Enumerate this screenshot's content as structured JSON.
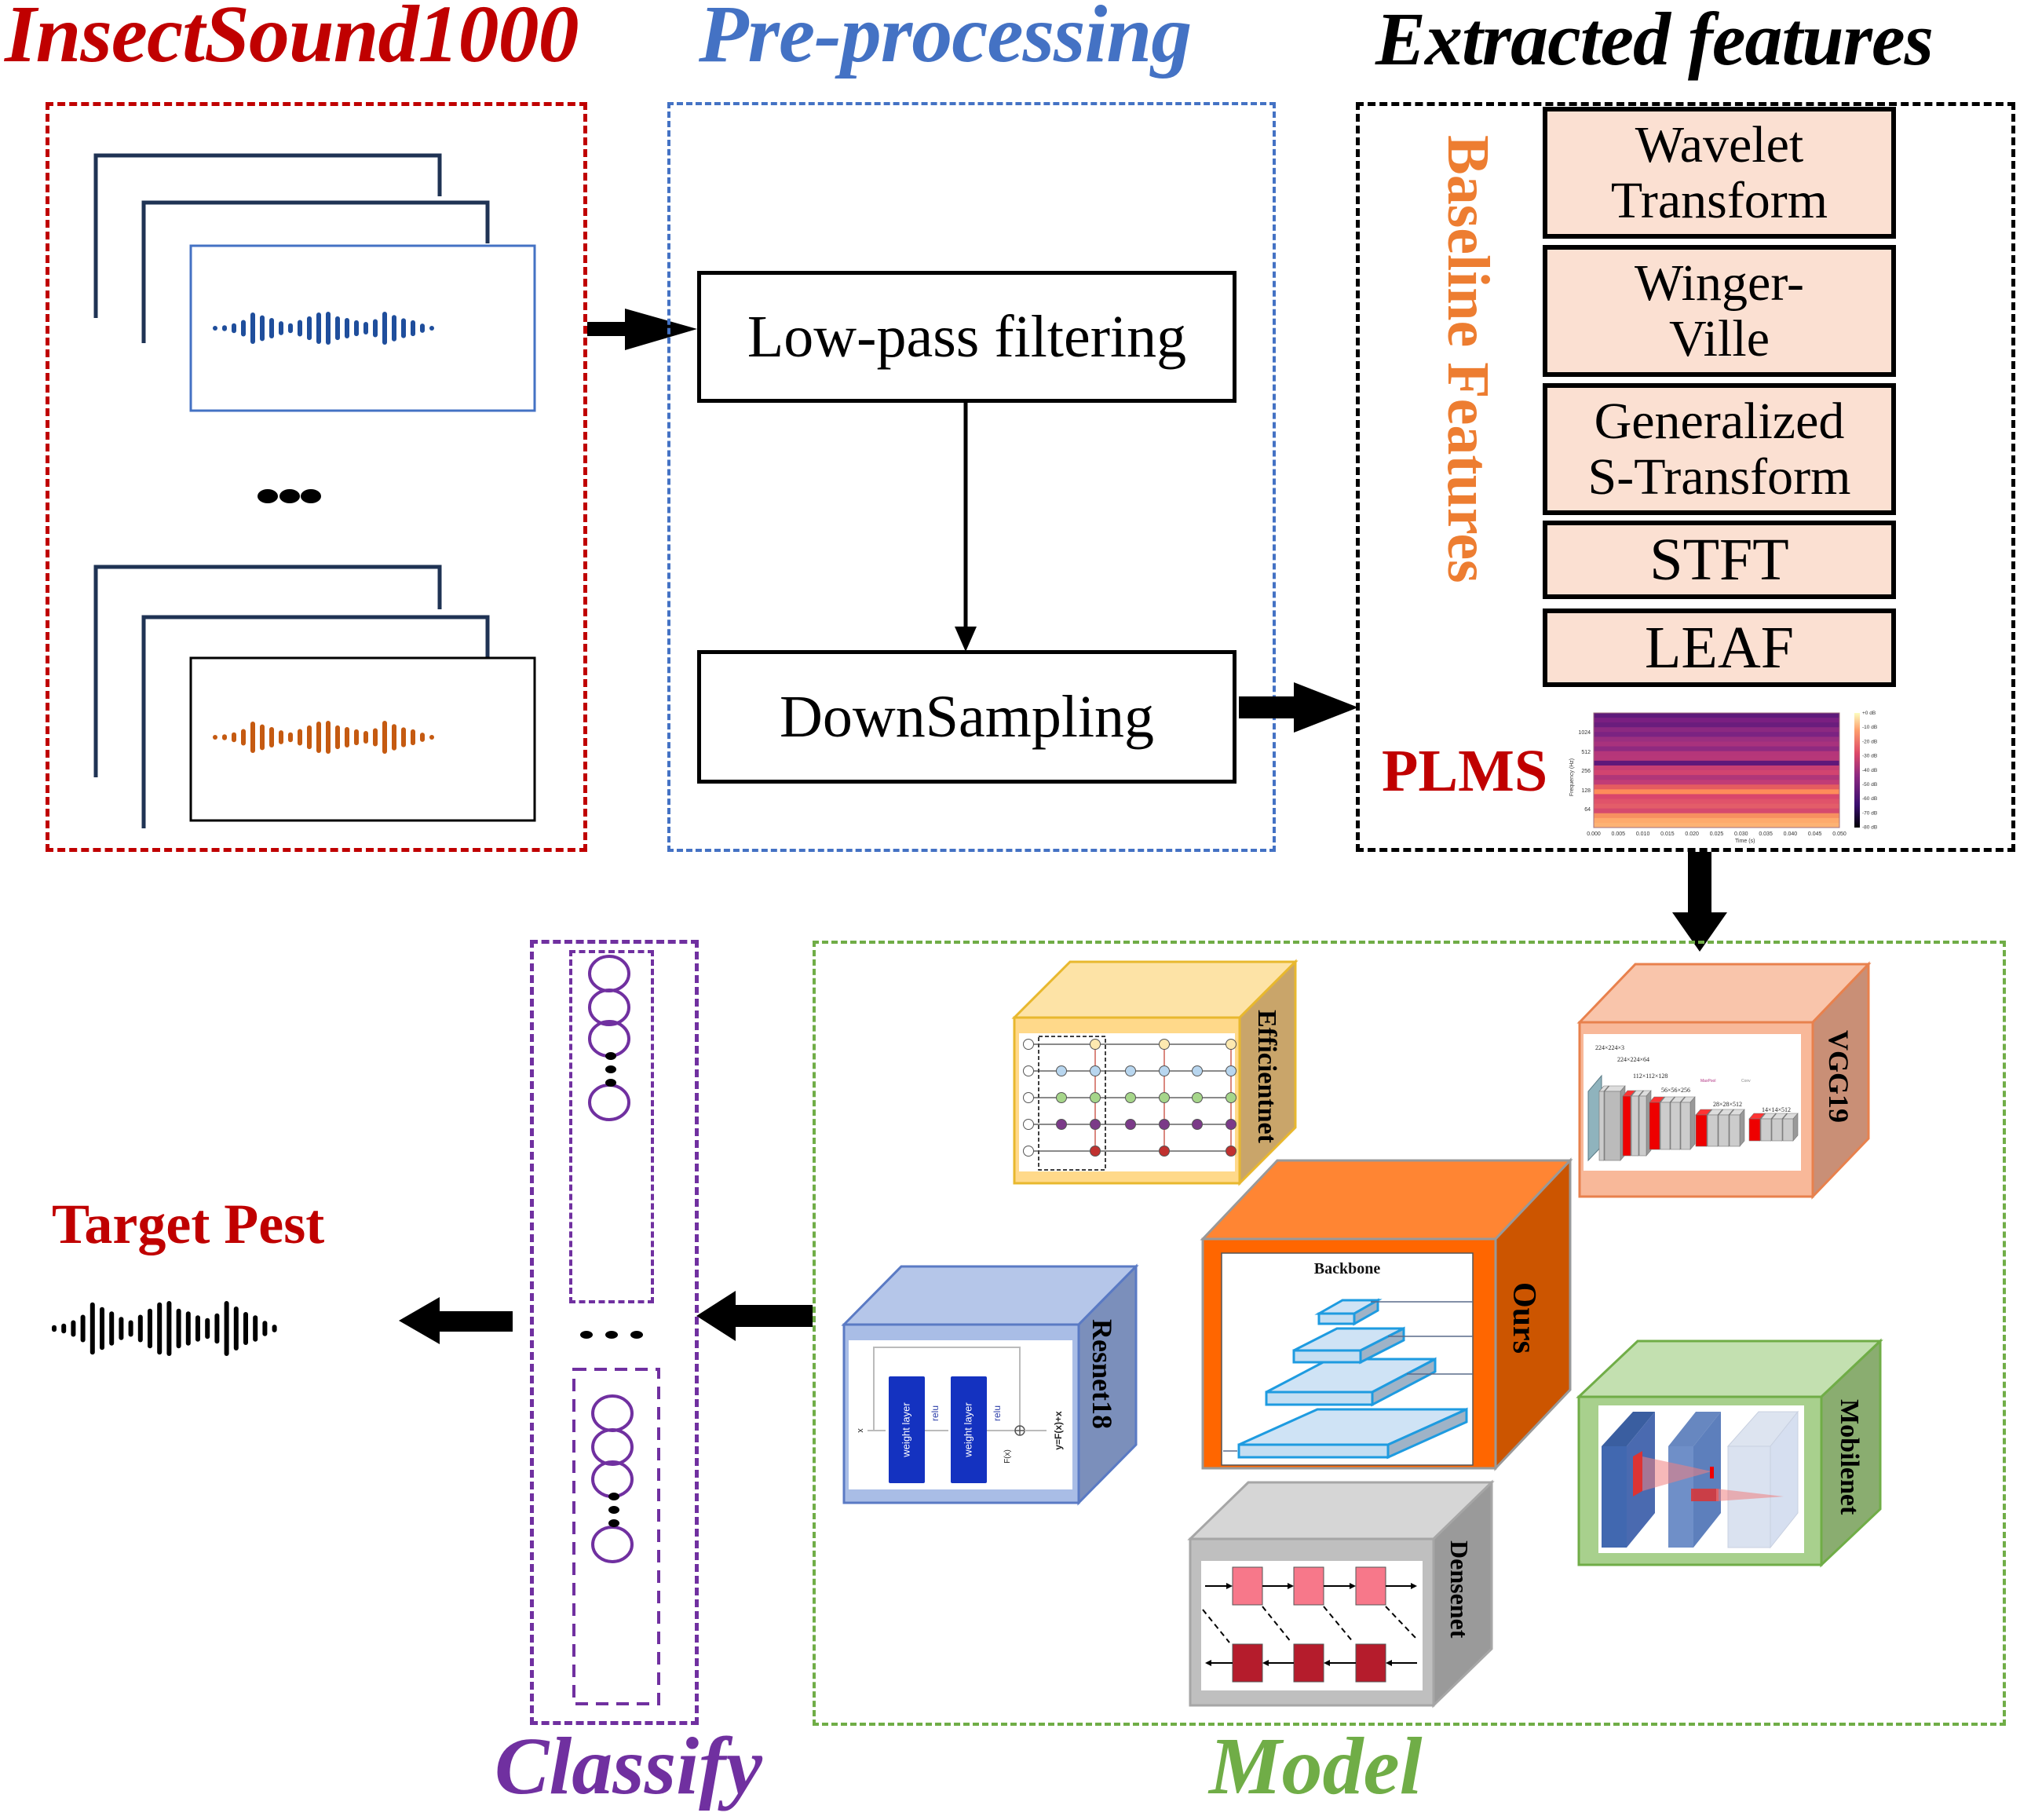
{
  "sections": {
    "dataset": {
      "title": "InsectSound1000",
      "color": "#c00000"
    },
    "preprocessing": {
      "title": "Pre-processing",
      "color": "#4472c4",
      "steps": [
        "Low-pass filtering",
        "DownSampling"
      ]
    },
    "features": {
      "title": "Extracted features",
      "color": "#000000",
      "baseline_label": "Baseline Features",
      "baseline_color": "#ed7d31",
      "baseline_items": [
        {
          "line1": "Wavelet",
          "line2": "Transform"
        },
        {
          "line1": "Winger-",
          "line2": "Ville"
        },
        {
          "line1": "Generalized",
          "line2": "S-Transform"
        },
        {
          "line1": "STFT",
          "line2": ""
        },
        {
          "line1": "LEAF",
          "line2": ""
        }
      ],
      "plms_label": "PLMS",
      "plms_color": "#c00000",
      "spectrogram": {
        "ylabel": "Frequency (Hz)",
        "xlabel": "Time (s)",
        "yticks": [
          "1024",
          "512",
          "256",
          "128",
          "64"
        ],
        "xticks": [
          "0.000",
          "0.005",
          "0.010",
          "0.015",
          "0.020",
          "0.025",
          "0.030",
          "0.035",
          "0.040",
          "0.045",
          "0.050"
        ],
        "colorbar_ticks": [
          "+0 dB",
          "-10 dB",
          "-20 dB",
          "-30 dB",
          "-40 dB",
          "-50 dB",
          "-60 dB",
          "-70 dB",
          "-80 dB"
        ]
      }
    },
    "model": {
      "title": "Model",
      "color": "#70ad47",
      "cubes": [
        {
          "name": "Efficientnet",
          "front": "#ffd98a",
          "top": "#fde3a6",
          "side": "#c9a56a",
          "edge": "#e8b82e"
        },
        {
          "name": "VGG19",
          "front": "#f8b899",
          "top": "#f9c5ab",
          "side": "#c98f76",
          "edge": "#e8814d",
          "layer_labels": [
            "224×224×3",
            "224×224×64",
            "112×112×128",
            "56×56×256",
            "28×28×512",
            "14×14×512"
          ],
          "legend": [
            "MaxPool",
            "Conv"
          ]
        },
        {
          "name": "Ours",
          "front": "#ff6600",
          "top": "#ff8533",
          "side": "#cc5500",
          "edge": "#999999",
          "inner_title": "Backbone"
        },
        {
          "name": "Resnet18",
          "front": "#a9bde6",
          "top": "#b5c6e9",
          "side": "#7b8fbb",
          "edge": "#5a7ac4",
          "labels": {
            "input": "x",
            "layer": "weight layer",
            "act": "relu",
            "fx": "F(x)",
            "out": "y=F(x)+x"
          }
        },
        {
          "name": "Mobilenet",
          "front": "#a8d08d",
          "top": "#c3e0b0",
          "side": "#8aad70",
          "edge": "#70ad47"
        },
        {
          "name": "Densenet",
          "front": "#bfbfbf",
          "top": "#d6d6d6",
          "side": "#9a9a9a",
          "edge": "#a6a6a6"
        }
      ]
    },
    "classify": {
      "title": "Classify",
      "color": "#7030a0"
    },
    "output": {
      "title": "Target Pest",
      "color": "#c00000"
    }
  },
  "ellipsis": "• • •"
}
